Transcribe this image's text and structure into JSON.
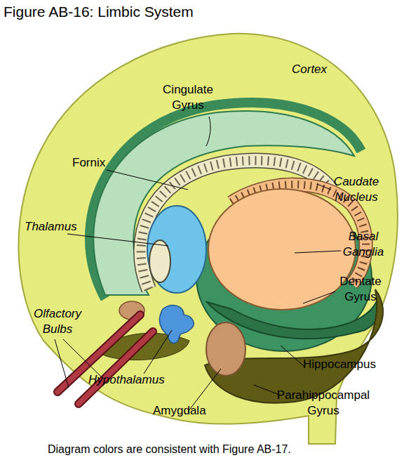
{
  "diagram": {
    "title": "Figure AB-16: Limbic System",
    "caption": "Diagram colors are consistent with Figure AB-17.",
    "labels": [
      "Cortex",
      "Cingulate Gyrus",
      "Fornix",
      "Caudate Nucleus",
      "Thalamus",
      "Basal Ganglia",
      "Dentate Gyrus",
      "Olfactory Bulbs",
      "Hippocampus",
      "Hypothalamus",
      "Amygdala",
      "Parahippocampal Gyrus"
    ]
  }
}
